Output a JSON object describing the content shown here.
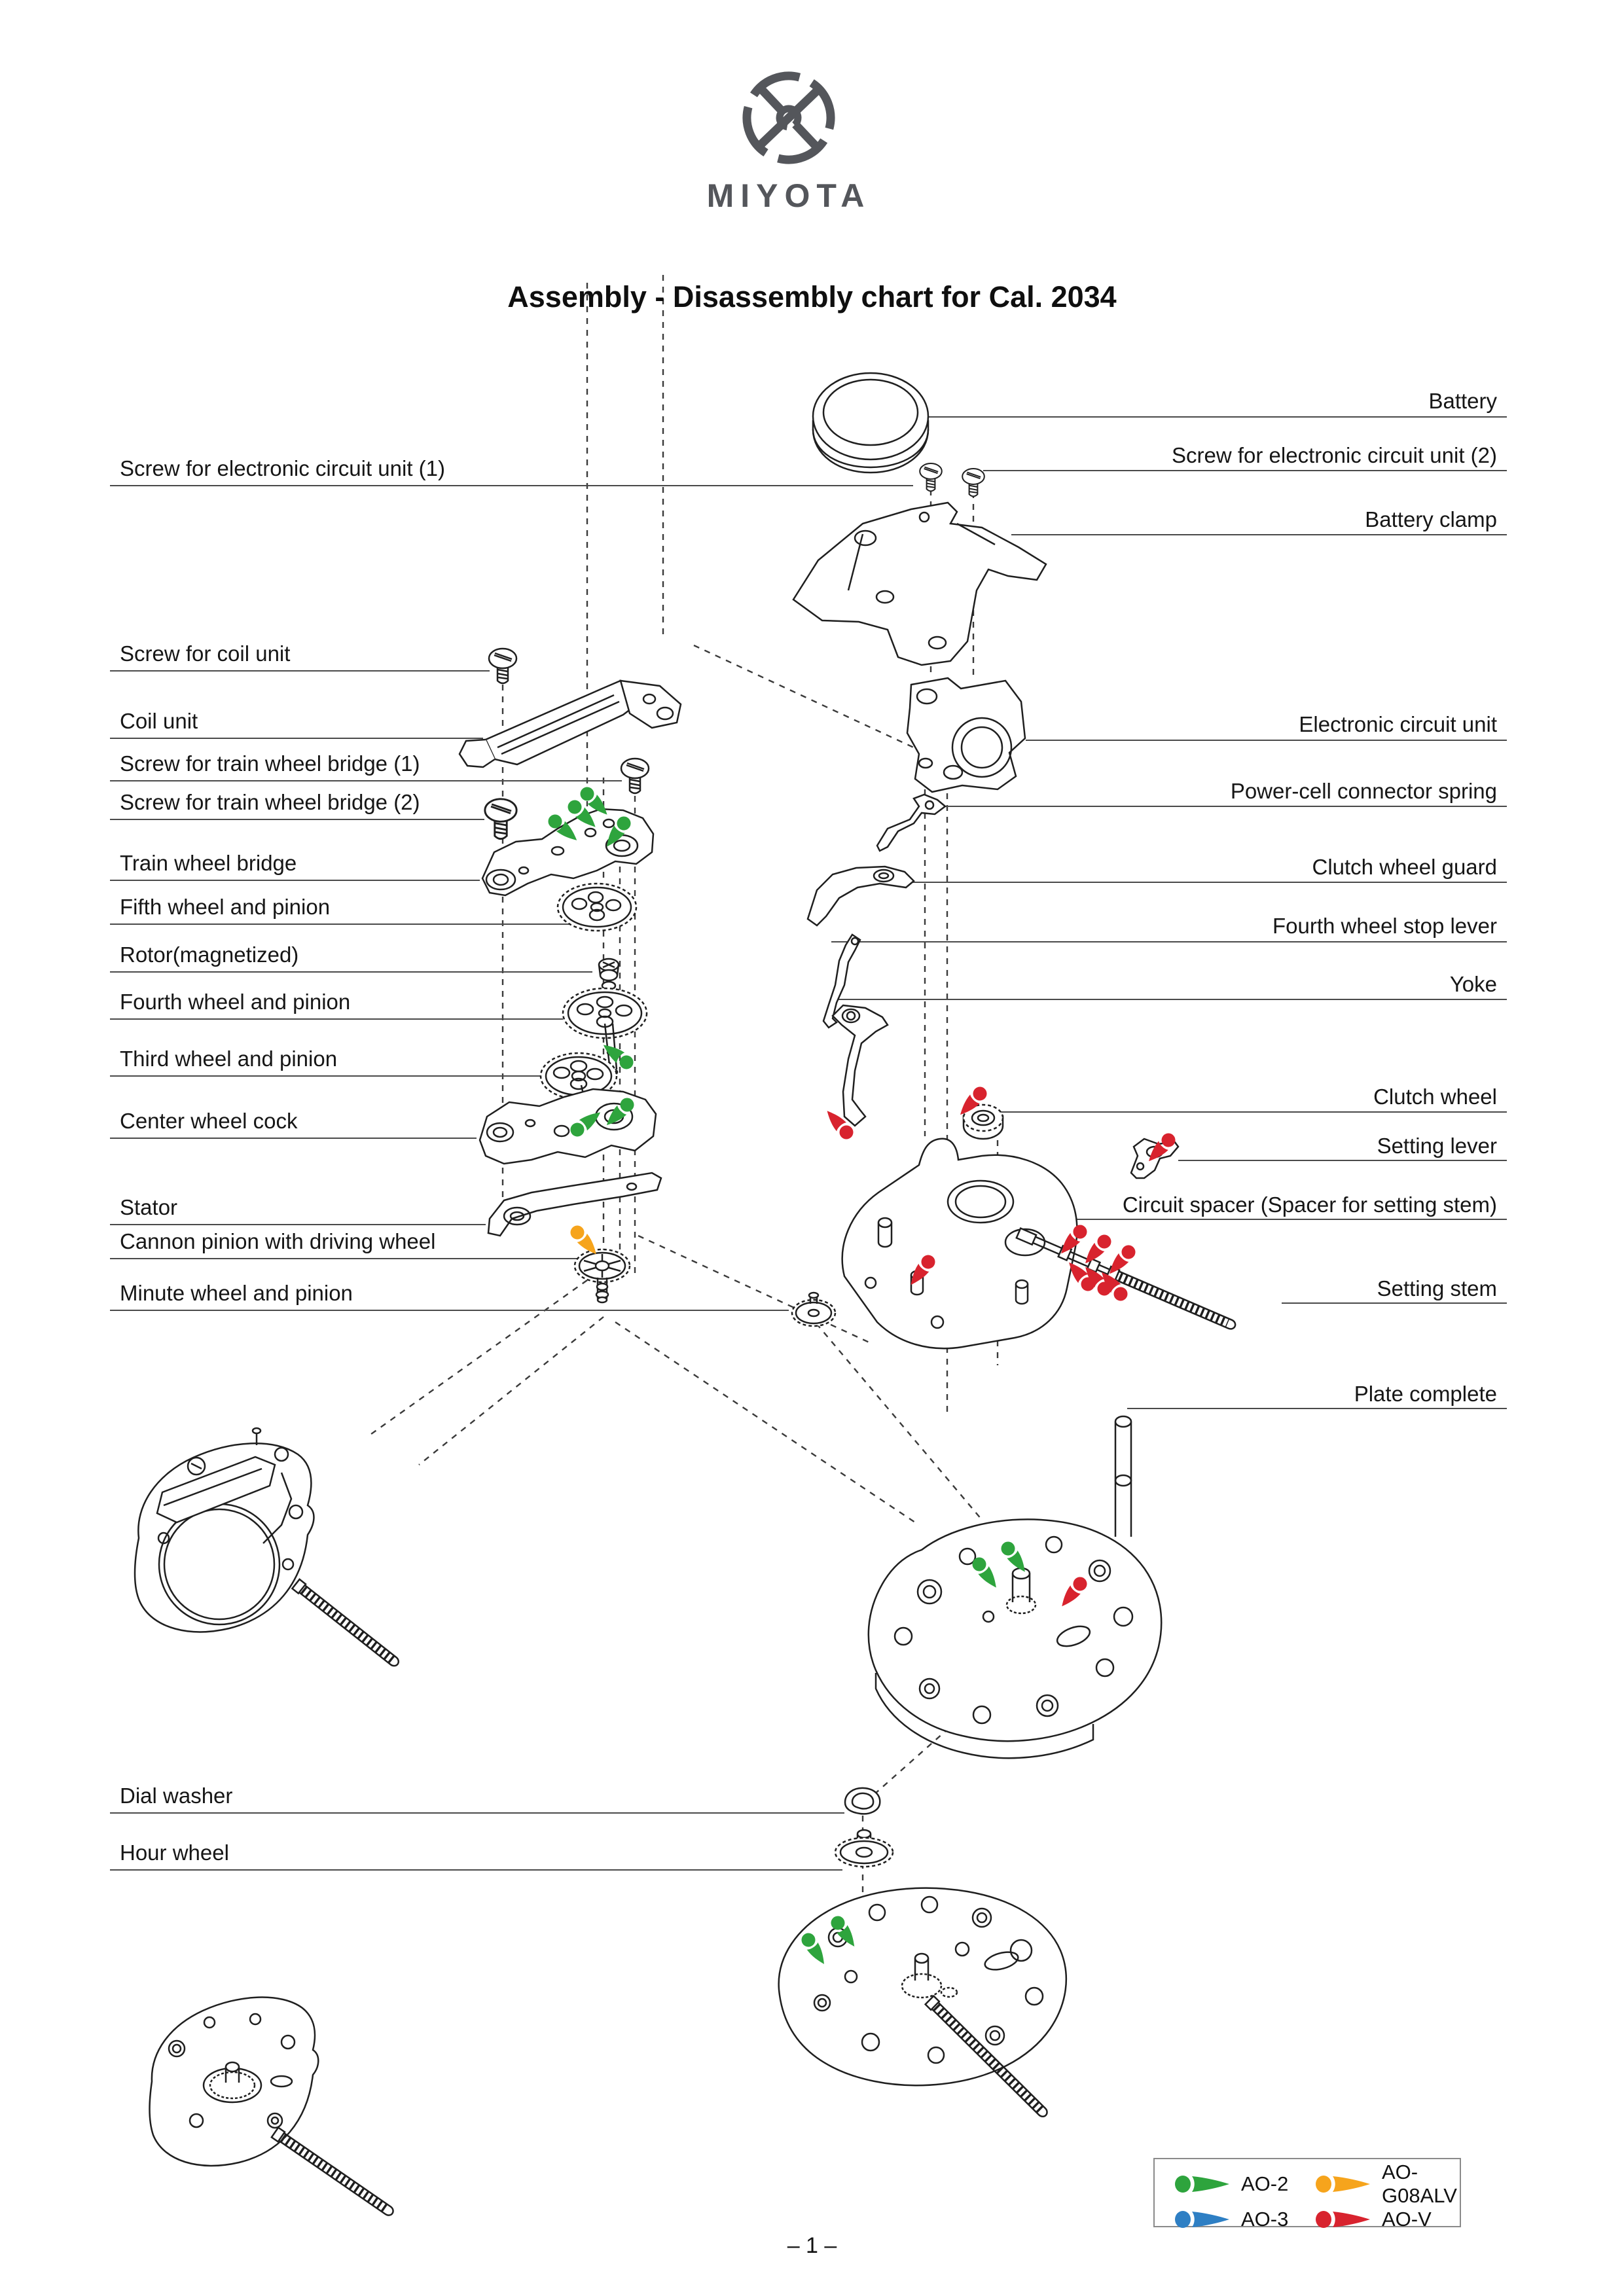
{
  "header": {
    "brand": "MIYOTA",
    "title": "Assembly - Disassembly chart for Cal. 2034"
  },
  "left_labels": [
    {
      "text": "Screw for electronic circuit unit (1)"
    },
    {
      "text": "Screw for coil unit"
    },
    {
      "text": "Coil unit"
    },
    {
      "text": "Screw for train wheel bridge (1)"
    },
    {
      "text": "Screw for train wheel bridge (2)"
    },
    {
      "text": "Train wheel bridge"
    },
    {
      "text": "Fifth wheel and pinion"
    },
    {
      "text": "Rotor(magnetized)"
    },
    {
      "text": "Fourth wheel and pinion"
    },
    {
      "text": "Third wheel and pinion"
    },
    {
      "text": "Center wheel cock"
    },
    {
      "text": "Stator"
    },
    {
      "text": "Cannon pinion with driving wheel"
    },
    {
      "text": "Minute wheel and pinion"
    },
    {
      "text": "Dial washer"
    },
    {
      "text": "Hour wheel"
    }
  ],
  "right_labels": [
    {
      "text": "Battery"
    },
    {
      "text": "Screw for electronic circuit unit (2)"
    },
    {
      "text": "Battery clamp"
    },
    {
      "text": "Electronic circuit unit"
    },
    {
      "text": "Power-cell connector spring"
    },
    {
      "text": "Clutch wheel guard"
    },
    {
      "text": "Fourth wheel stop lever"
    },
    {
      "text": "Yoke"
    },
    {
      "text": "Clutch wheel"
    },
    {
      "text": "Setting lever"
    },
    {
      "text": "Circuit spacer (Spacer for setting stem)"
    },
    {
      "text": "Setting stem"
    },
    {
      "text": "Plate complete"
    }
  ],
  "legend": {
    "items": [
      {
        "label": "AO-2",
        "color": "#2ea43d"
      },
      {
        "label": "AO-G08ALV",
        "color": "#f6a41c"
      },
      {
        "label": "AO-3",
        "color": "#2e7fc4"
      },
      {
        "label": "AO-V",
        "color": "#d8232e"
      }
    ]
  },
  "page_number": "– 1 –",
  "colors": {
    "oil-green": "#2ea43d",
    "oil-orange": "#f6a41c",
    "oil-blue": "#2e7fc4",
    "oil-red": "#d8232e",
    "ink": "#1f1f1f",
    "line": "#4a4a4a"
  }
}
